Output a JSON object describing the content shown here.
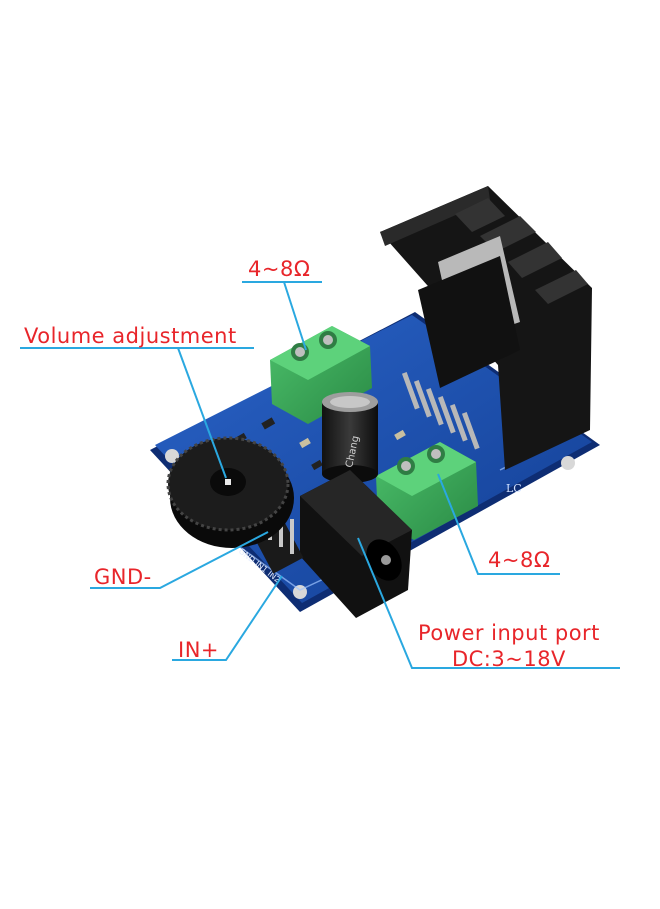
{
  "labels": {
    "volume": "Volume adjustment",
    "output_top": "4~8Ω",
    "gnd": "GND-",
    "input": "IN+",
    "power_line1": "Power input port",
    "power_line2": "DC:3~18V",
    "output_right": "4~8Ω"
  },
  "board_text": {
    "capacitor": "Chang",
    "silk_lc": "LC",
    "pins": "GND IN1 IN2"
  },
  "colors": {
    "label": "#e8252a",
    "leader_line": "#2aa8e0",
    "pcb": "#1b4fb0",
    "terminal": "#3aa55a",
    "heatsink": "#1a1a1a"
  }
}
